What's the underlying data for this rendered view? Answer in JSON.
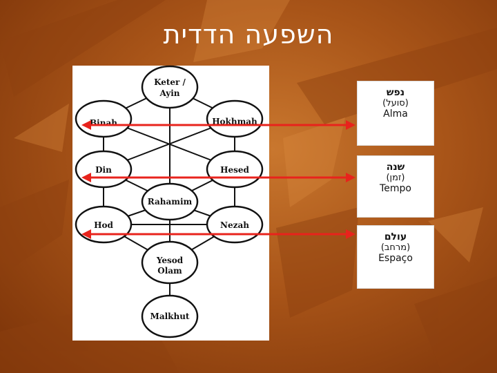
{
  "title": "השפעה הדדית",
  "sefirot": {
    "keter": "Keter / Ayin",
    "keter_line1": "Keter /",
    "keter_line2": "Ayin",
    "binah": "Binah",
    "hokhmah": "Hokhmah",
    "din": "Din",
    "hesed": "Hesed",
    "rahamim": "Rahamim",
    "hod": "Hod",
    "nezah": "Nezah",
    "yesod_line1": "Yesod",
    "yesod_line2": "Olam",
    "malkhut": "Malkhut"
  },
  "boxes": [
    {
      "hebrew": "נפש",
      "hebrew_paren": "(סועל)",
      "portuguese": "Alma"
    },
    {
      "hebrew": "שנה",
      "hebrew_paren": "(זמן)",
      "portuguese": "Tempo"
    },
    {
      "hebrew": "עולם",
      "hebrew_paren": "(מרחב)",
      "portuguese": "Espaço"
    }
  ],
  "colors": {
    "arrow": "#e8231c",
    "background": "#a85418"
  }
}
